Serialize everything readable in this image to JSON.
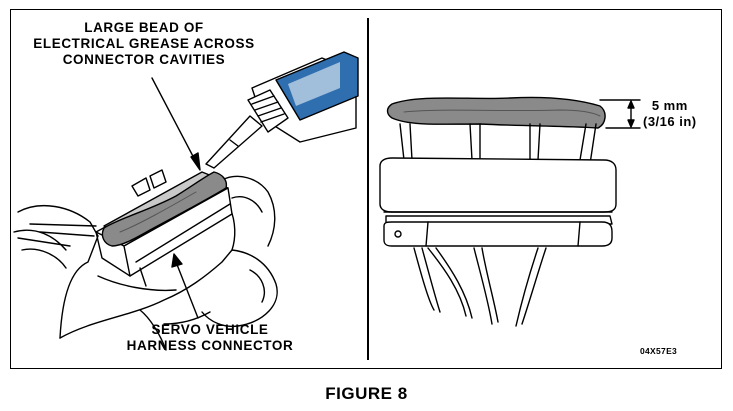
{
  "left_panel": {
    "callout_top": [
      "LARGE BEAD OF",
      "ELECTRICAL GREASE ACROSS",
      "CONNECTOR CAVITIES"
    ],
    "callout_bottom": [
      "SERVO VEHICLE",
      "HARNESS CONNECTOR"
    ]
  },
  "right_panel": {
    "dimension": [
      "5  mm",
      "(3/16  in)"
    ]
  },
  "figure_code": "04X57E3",
  "caption": "FIGURE 8"
}
